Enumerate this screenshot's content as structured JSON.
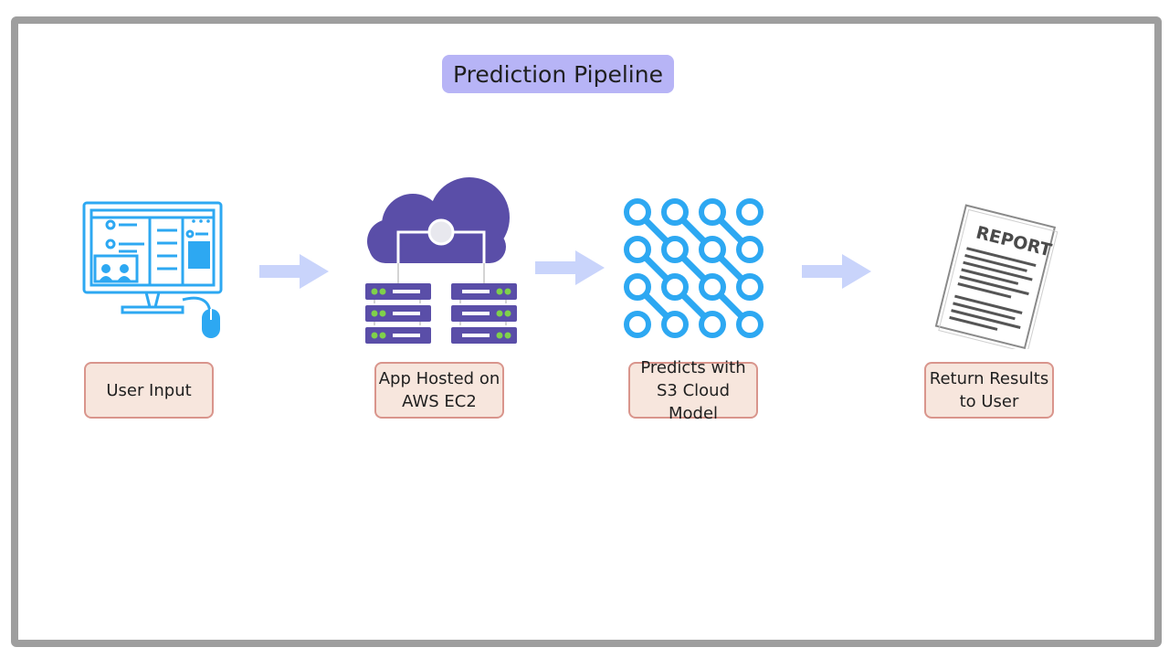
{
  "diagram": {
    "title": "Prediction Pipeline",
    "steps": [
      {
        "label": "User Input",
        "icon": "computer-icon"
      },
      {
        "label": "App Hosted on\nAWS EC2",
        "icon": "cloud-server-icon"
      },
      {
        "label": "Predicts with\nS3 Cloud Model",
        "icon": "neural-network-icon"
      },
      {
        "label": "Return Results\nto User",
        "icon": "report-icon"
      }
    ],
    "report_text": "REPORT",
    "colors": {
      "title_bg": "#b7b4f6",
      "label_bg": "#f7e6dd",
      "label_border": "#d9958c",
      "arrow": "#c9d4fb",
      "blue_icon": "#2da8f2",
      "cloud": "#5a4ea8",
      "frame": "#9e9e9e"
    }
  }
}
